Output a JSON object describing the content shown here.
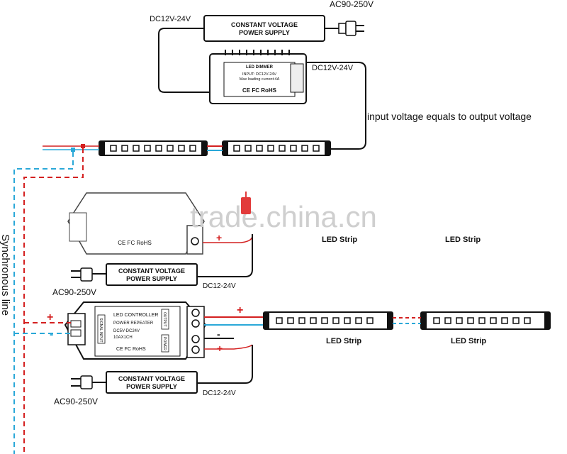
{
  "labels": {
    "ac_top": "AC90-250V",
    "dc_top": "DC12V-24V",
    "dc_dimmer": "DC12V-24V",
    "note": "input voltage equals to output voltage",
    "sync_line": "Synchronous line",
    "ac_mid": "AC90-250V",
    "dc_mid": "DC12-24V",
    "ac_bottom": "AC90-250V",
    "dc_bottom": "DC12-24V",
    "led_strip_1": "LED Strip",
    "led_strip_2": "LED Strip",
    "led_strip_3": "LED Strip",
    "led_strip_4": "LED Strip",
    "plus_red_1": "+",
    "minus_blue_1": "-",
    "plus_1": "+",
    "plus_2": "+",
    "minus_2": "-",
    "plus_3": "+"
  },
  "power_supply": {
    "line1": "CONSTANT VOLTAGE",
    "line2": "POWER SUPPLY"
  },
  "dimmer": {
    "title": "LED DIMMER",
    "input": "INPUT:  DC12V-24V",
    "max": "Max loading current:4A",
    "certs": "CE FC RoHS"
  },
  "controller": {
    "title": "LED CONTROLLER",
    "subtitle": "POWER REPEATER",
    "voltage": "DC5V-DC24V",
    "rating": "10AX1CH",
    "certs": "CE FC RoHS",
    "power_label": "POWER",
    "output_label": "OUTPUT",
    "signal_label": "SIGNAL INPUT"
  },
  "repeater_top": {
    "certs": "CE FC RoHS"
  },
  "watermark": "trade.china.cn",
  "colors": {
    "positive": "#d42020",
    "negative": "#2aa8d8",
    "wire": "#111111",
    "sync_red": "#d42020",
    "sync_blue": "#2aa8d8"
  }
}
